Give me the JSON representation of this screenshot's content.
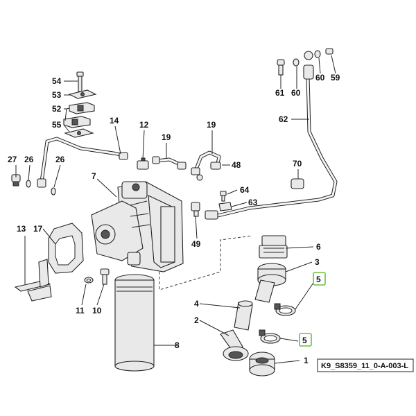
{
  "labels": {
    "p1": "1",
    "p2": "2",
    "p3": "3",
    "p4": "4",
    "p5a": "5",
    "p5b": "5",
    "p6": "6",
    "p7": "7",
    "p8": "8",
    "p10": "10",
    "p11": "11",
    "p12": "12",
    "p13": "13",
    "p14": "14",
    "p17": "17",
    "p19a": "19",
    "p19b": "19",
    "p26a": "26",
    "p26b": "26",
    "p27": "27",
    "p48": "48",
    "p49": "49",
    "p52": "52",
    "p53": "53",
    "p54": "54",
    "p55": "55",
    "p59": "59",
    "p60a": "60",
    "p60b": "60",
    "p61": "61",
    "p62": "62",
    "p63": "63",
    "p64": "64",
    "p70": "70"
  },
  "reference_code": "K9_S8359_11_0-A-003-L",
  "highlight_color": "#6cbf3f"
}
